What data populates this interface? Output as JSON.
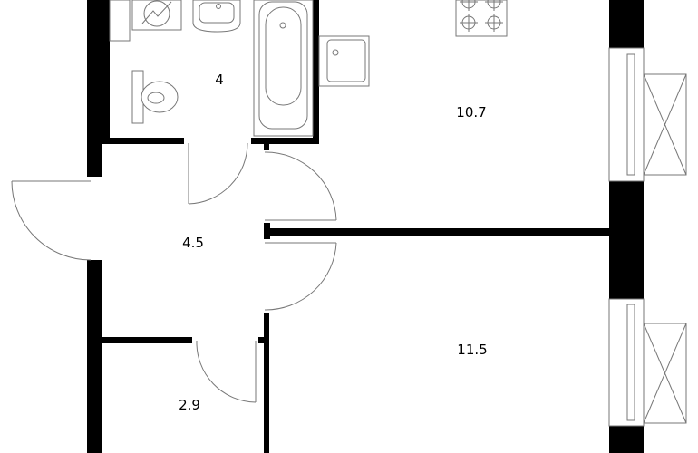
{
  "rooms": [
    {
      "id": "bathroom",
      "area": "4"
    },
    {
      "id": "kitchen",
      "area": "10.7"
    },
    {
      "id": "hall",
      "area": "4.5"
    },
    {
      "id": "bedroom",
      "area": "11.5"
    },
    {
      "id": "closet",
      "area": "2.9"
    }
  ]
}
